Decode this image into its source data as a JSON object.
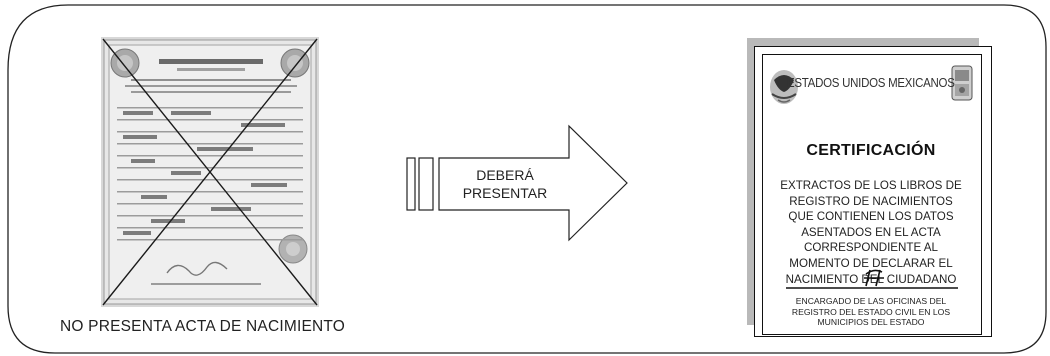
{
  "left_panel": {
    "caption": "NO PRESENTA  ACTA DE NACIMIENTO"
  },
  "arrow": {
    "line1": "DEBERÁ",
    "line2": "PRESENTAR"
  },
  "certificate": {
    "header": "ESTADOS UNIDOS MEXICANOS",
    "title": "CERTIFICACIÓN",
    "body_lines": [
      "EXTRACTOS DE LOS LIBROS DE",
      "REGISTRO  DE NACIMIENTOS",
      "QUE CONTIENEN LOS DATOS",
      "ASENTADOS EN EL ACTA",
      "CORRESPONDIENTE AL",
      "MOMENTO DE DECLARAR EL",
      "NACIMIENTO DEL CIUDADANO"
    ],
    "footer_lines": [
      "ENCARGADO DE LAS OFICINAS DEL",
      "REGISTRO DEL ESTADO CIVIL EN LOS",
      "MUNICIPIOS DEL ESTADO"
    ]
  }
}
